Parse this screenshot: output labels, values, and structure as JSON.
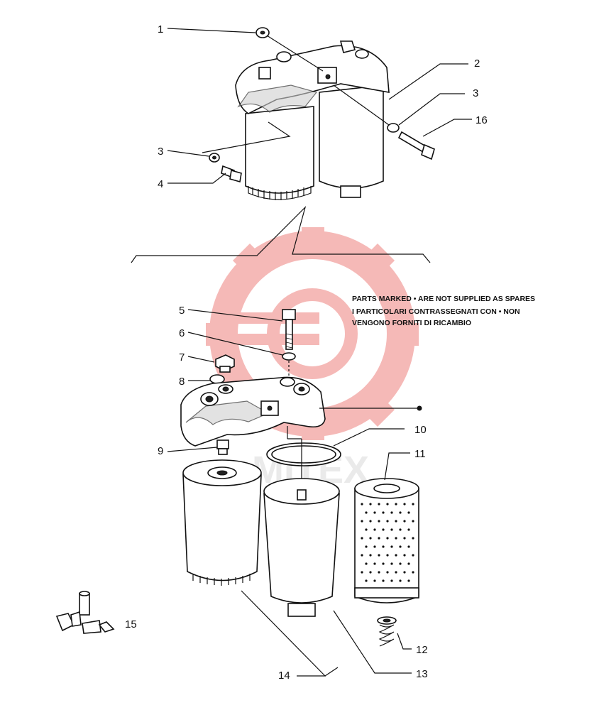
{
  "labels": {
    "l1": "1",
    "l2": "2",
    "l3a": "3",
    "l3b": "3",
    "l4": "4",
    "l5": "5",
    "l6": "6",
    "l7": "7",
    "l8": "8",
    "l9": "9",
    "l10": "10",
    "l11": "11",
    "l12": "12",
    "l13": "13",
    "l14": "14",
    "l15": "15",
    "l16": "16"
  },
  "note": {
    "line1": "PARTS MARKED • ARE NOT SUPPLIED AS SPARES",
    "line2": "I PARTICOLARI CONTRASSEGNATI CON • NON",
    "line3": "VENGONO FORNITI DI RICAMBIO"
  },
  "watermark": {
    "text": "MITEX",
    "color": "#e53935"
  },
  "colors": {
    "ink": "#111111",
    "watermark": "#f2b0b0"
  }
}
